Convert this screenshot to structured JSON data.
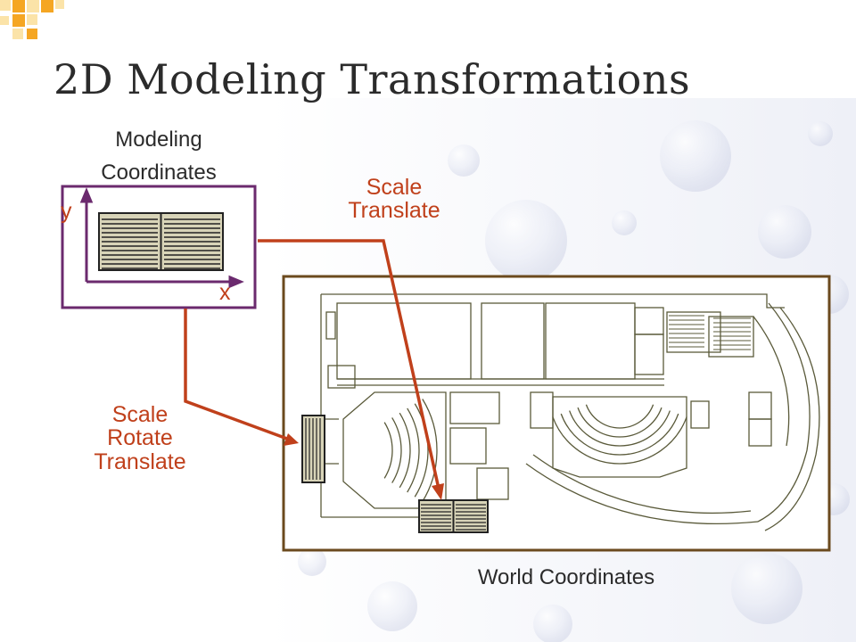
{
  "slide": {
    "title": "2D Modeling Transformations"
  },
  "modeling": {
    "caption_line1": "Modeling",
    "caption_line2": "Coordinates",
    "axis_y": "y",
    "axis_x": "x"
  },
  "transform_top": {
    "line1": "Scale",
    "line2": "Translate"
  },
  "transform_left": {
    "line1": "Scale",
    "line2": "Rotate",
    "line3": "Translate"
  },
  "world": {
    "caption": "World Coordinates"
  },
  "colors": {
    "accent_orange": "#c0401b",
    "frame_purple": "#6b2a6e",
    "frame_brown": "#6b4a1e",
    "deco_orange": "#f5a623",
    "deco_cream": "#fbe3a8",
    "plan_line": "#5a5a3a"
  }
}
